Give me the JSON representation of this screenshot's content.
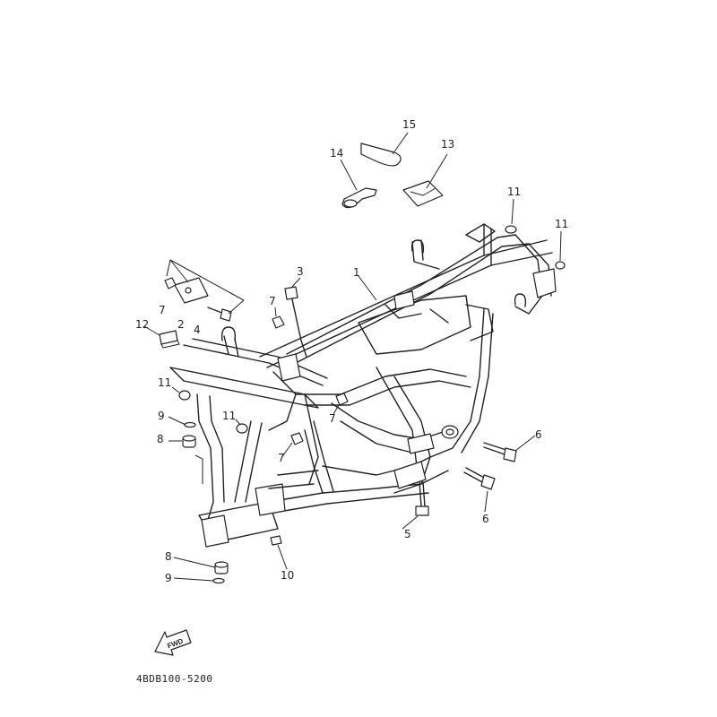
{
  "diagram": {
    "drawing_code": "4BDB100-5200",
    "direction_label": "FWD",
    "callouts": [
      {
        "id": "c1",
        "text": "1"
      },
      {
        "id": "c2",
        "text": "2"
      },
      {
        "id": "c3",
        "text": "3"
      },
      {
        "id": "c4",
        "text": "4"
      },
      {
        "id": "c5",
        "text": "5"
      },
      {
        "id": "c6a",
        "text": "6"
      },
      {
        "id": "c6b",
        "text": "6"
      },
      {
        "id": "c7a",
        "text": "7"
      },
      {
        "id": "c7b",
        "text": "7"
      },
      {
        "id": "c7c",
        "text": "7"
      },
      {
        "id": "c7d",
        "text": "7"
      },
      {
        "id": "c8a",
        "text": "8"
      },
      {
        "id": "c8b",
        "text": "8"
      },
      {
        "id": "c9a",
        "text": "9"
      },
      {
        "id": "c9b",
        "text": "9"
      },
      {
        "id": "c10",
        "text": "10"
      },
      {
        "id": "c11a",
        "text": "11"
      },
      {
        "id": "c11b",
        "text": "11"
      },
      {
        "id": "c11c",
        "text": "11"
      },
      {
        "id": "c11d",
        "text": "11"
      },
      {
        "id": "c12",
        "text": "12"
      },
      {
        "id": "c13",
        "text": "13"
      },
      {
        "id": "c14",
        "text": "14"
      },
      {
        "id": "c15",
        "text": "15"
      }
    ]
  }
}
